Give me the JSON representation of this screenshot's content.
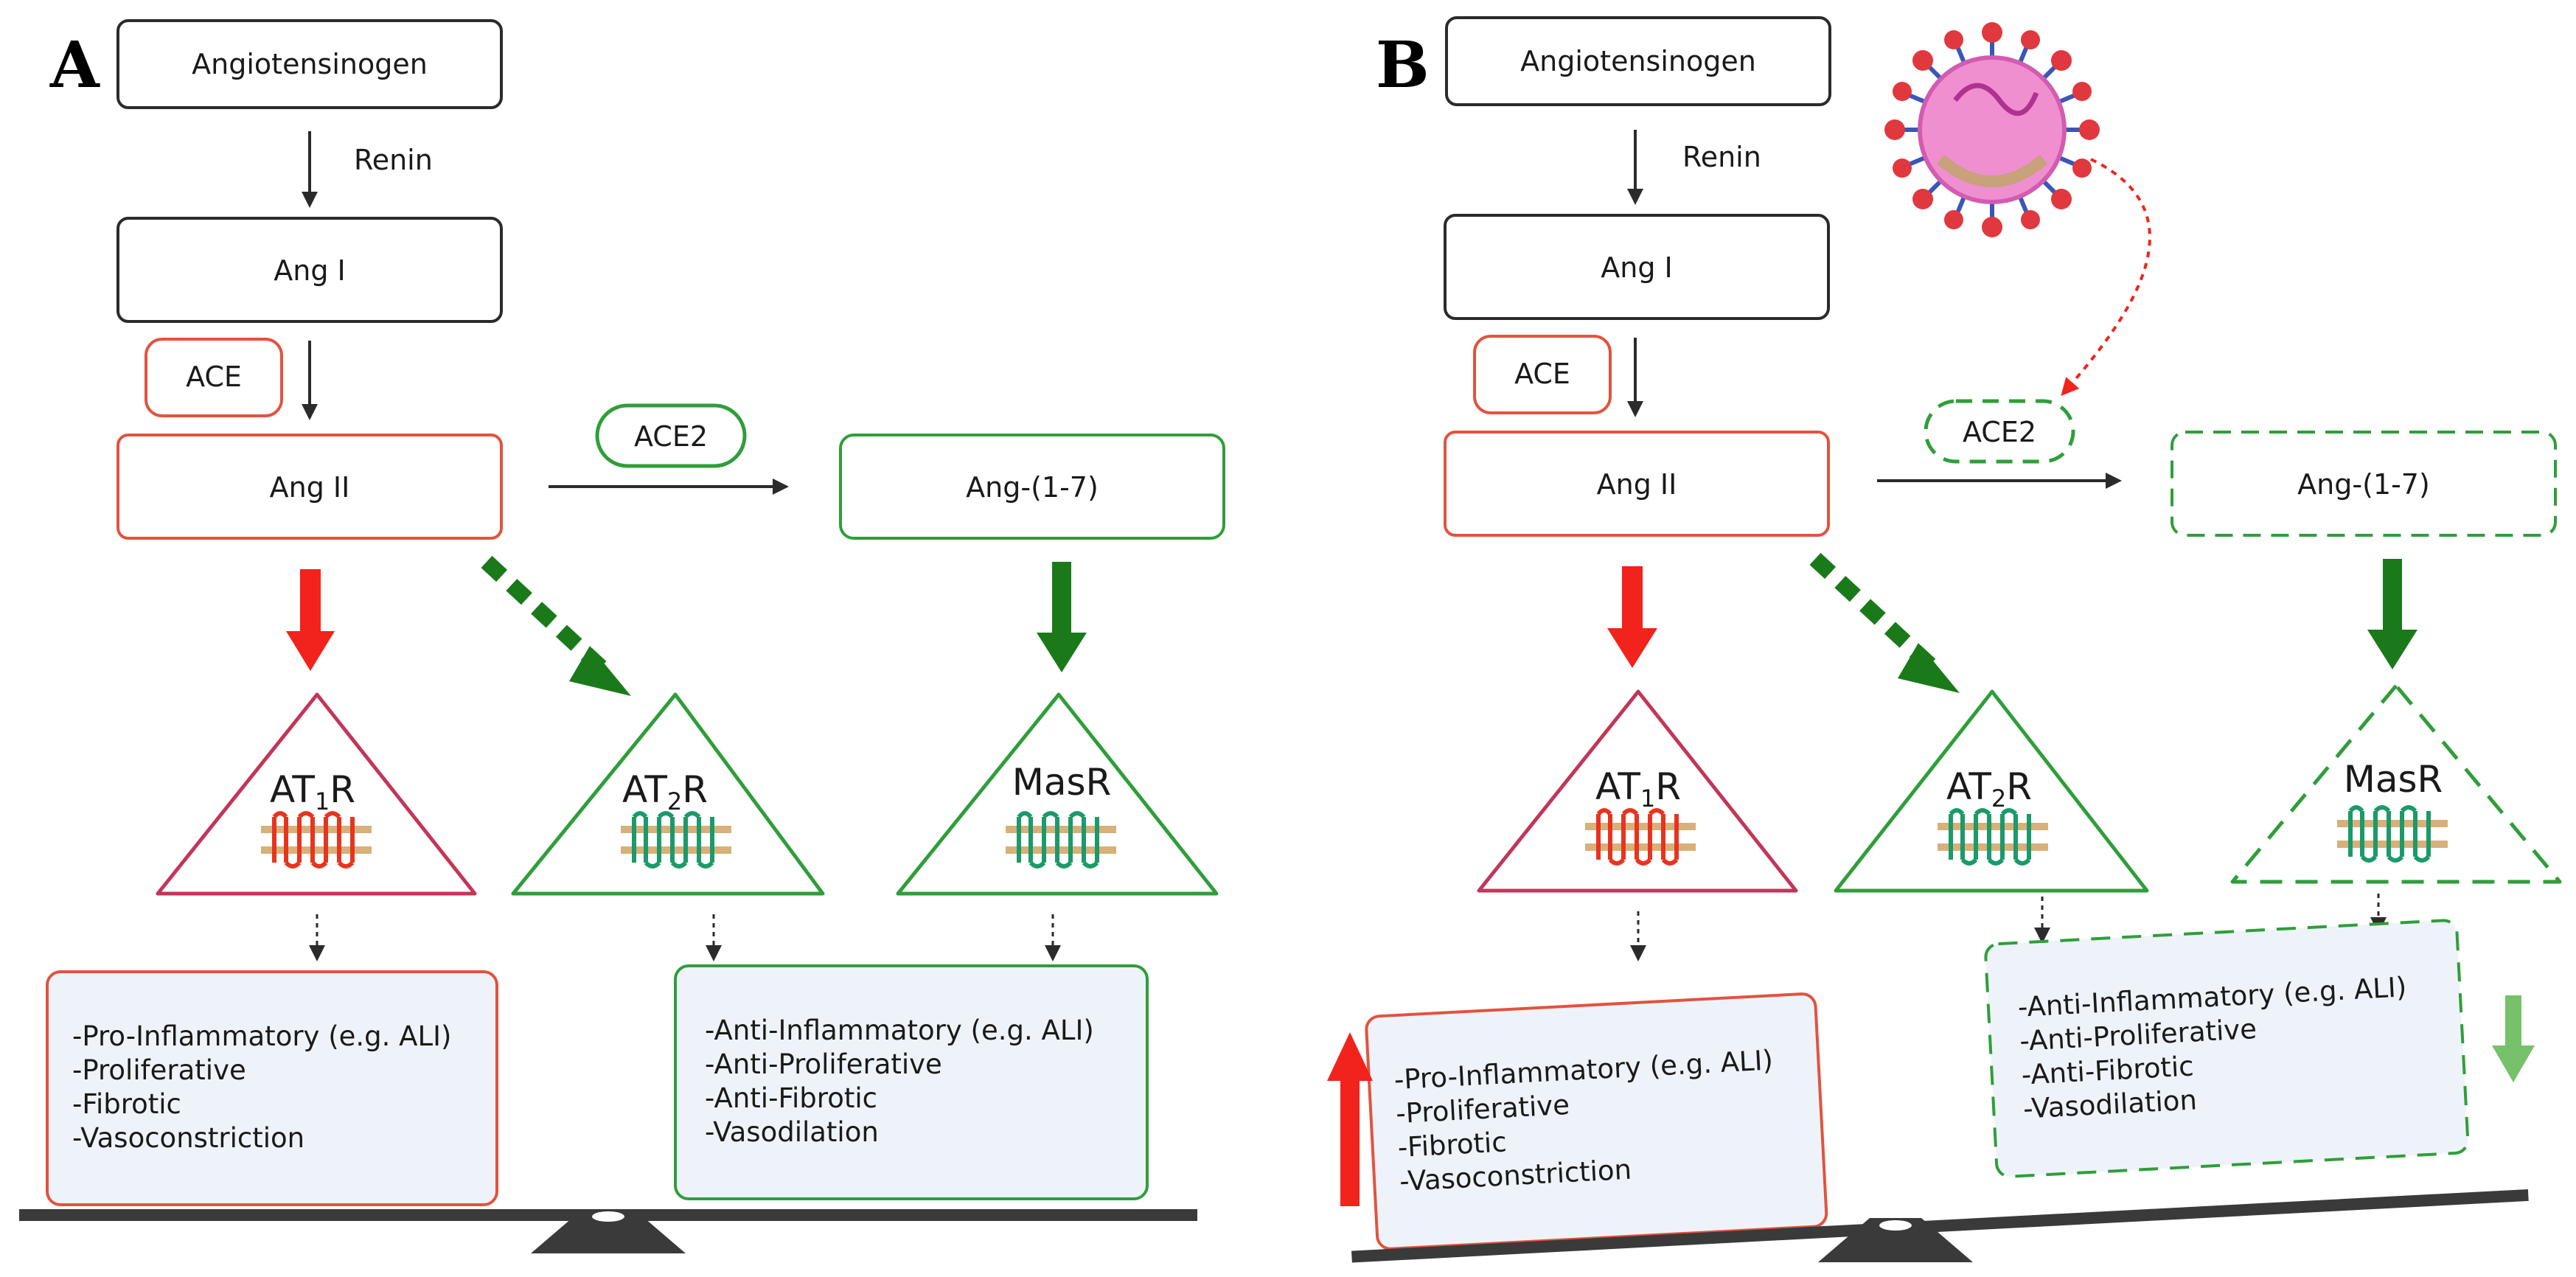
{
  "panels": {
    "A": {
      "letter": "A",
      "angiotensinogen": "Angiotensinogen",
      "renin": "Renin",
      "ang1": "Ang I",
      "ace": "ACE",
      "ang2": "Ang II",
      "ace2": "ACE2",
      "ang17": "Ang-(1-7)",
      "at1r": {
        "main": "AT",
        "sub": "1",
        "tail": "R"
      },
      "at2r": {
        "main": "AT",
        "sub": "2",
        "tail": "R"
      },
      "masr": "MasR",
      "left_effects": [
        "-Pro-Inflammatory (e.g. ALI)",
        "-Proliferative",
        "-Fibrotic",
        "-Vasoconstriction"
      ],
      "right_effects": [
        "-Anti-Inflammatory (e.g. ALI)",
        "-Anti-Proliferative",
        "-Anti-Fibrotic",
        "-Vasodilation"
      ]
    },
    "B": {
      "letter": "B",
      "angiotensinogen": "Angiotensinogen",
      "renin": "Renin",
      "ang1": "Ang I",
      "ace": "ACE",
      "ang2": "Ang II",
      "ace2": "ACE2",
      "ang17": "Ang-(1-7)",
      "at1r": {
        "main": "AT",
        "sub": "1",
        "tail": "R"
      },
      "at2r": {
        "main": "AT",
        "sub": "2",
        "tail": "R"
      },
      "masr": "MasR",
      "left_effects": [
        "-Pro-Inflammatory (e.g. ALI)",
        "-Proliferative",
        "-Fibrotic",
        "-Vasoconstriction"
      ],
      "right_effects": [
        "-Anti-Inflammatory (e.g. ALI)",
        "-Anti-Proliferative",
        "-Anti-Fibrotic",
        "-Vasodilation"
      ]
    }
  },
  "colors": {
    "black_outline": "#2b2b2b",
    "red_outline": "#e2533f",
    "green_outline": "#2f9e3a",
    "red_arrow": "#f2231c",
    "green_arrow": "#1a7a1a",
    "light_green_arrow": "#76c16a",
    "effect_fill": "#eef3fa",
    "at1r_triangle": "#c2365a",
    "virus": "#ef8fd0"
  },
  "icons": [
    "virus-icon",
    "receptor-at1r-icon",
    "receptor-at2r-icon",
    "receptor-masr-icon",
    "balance-fulcrum-icon"
  ]
}
